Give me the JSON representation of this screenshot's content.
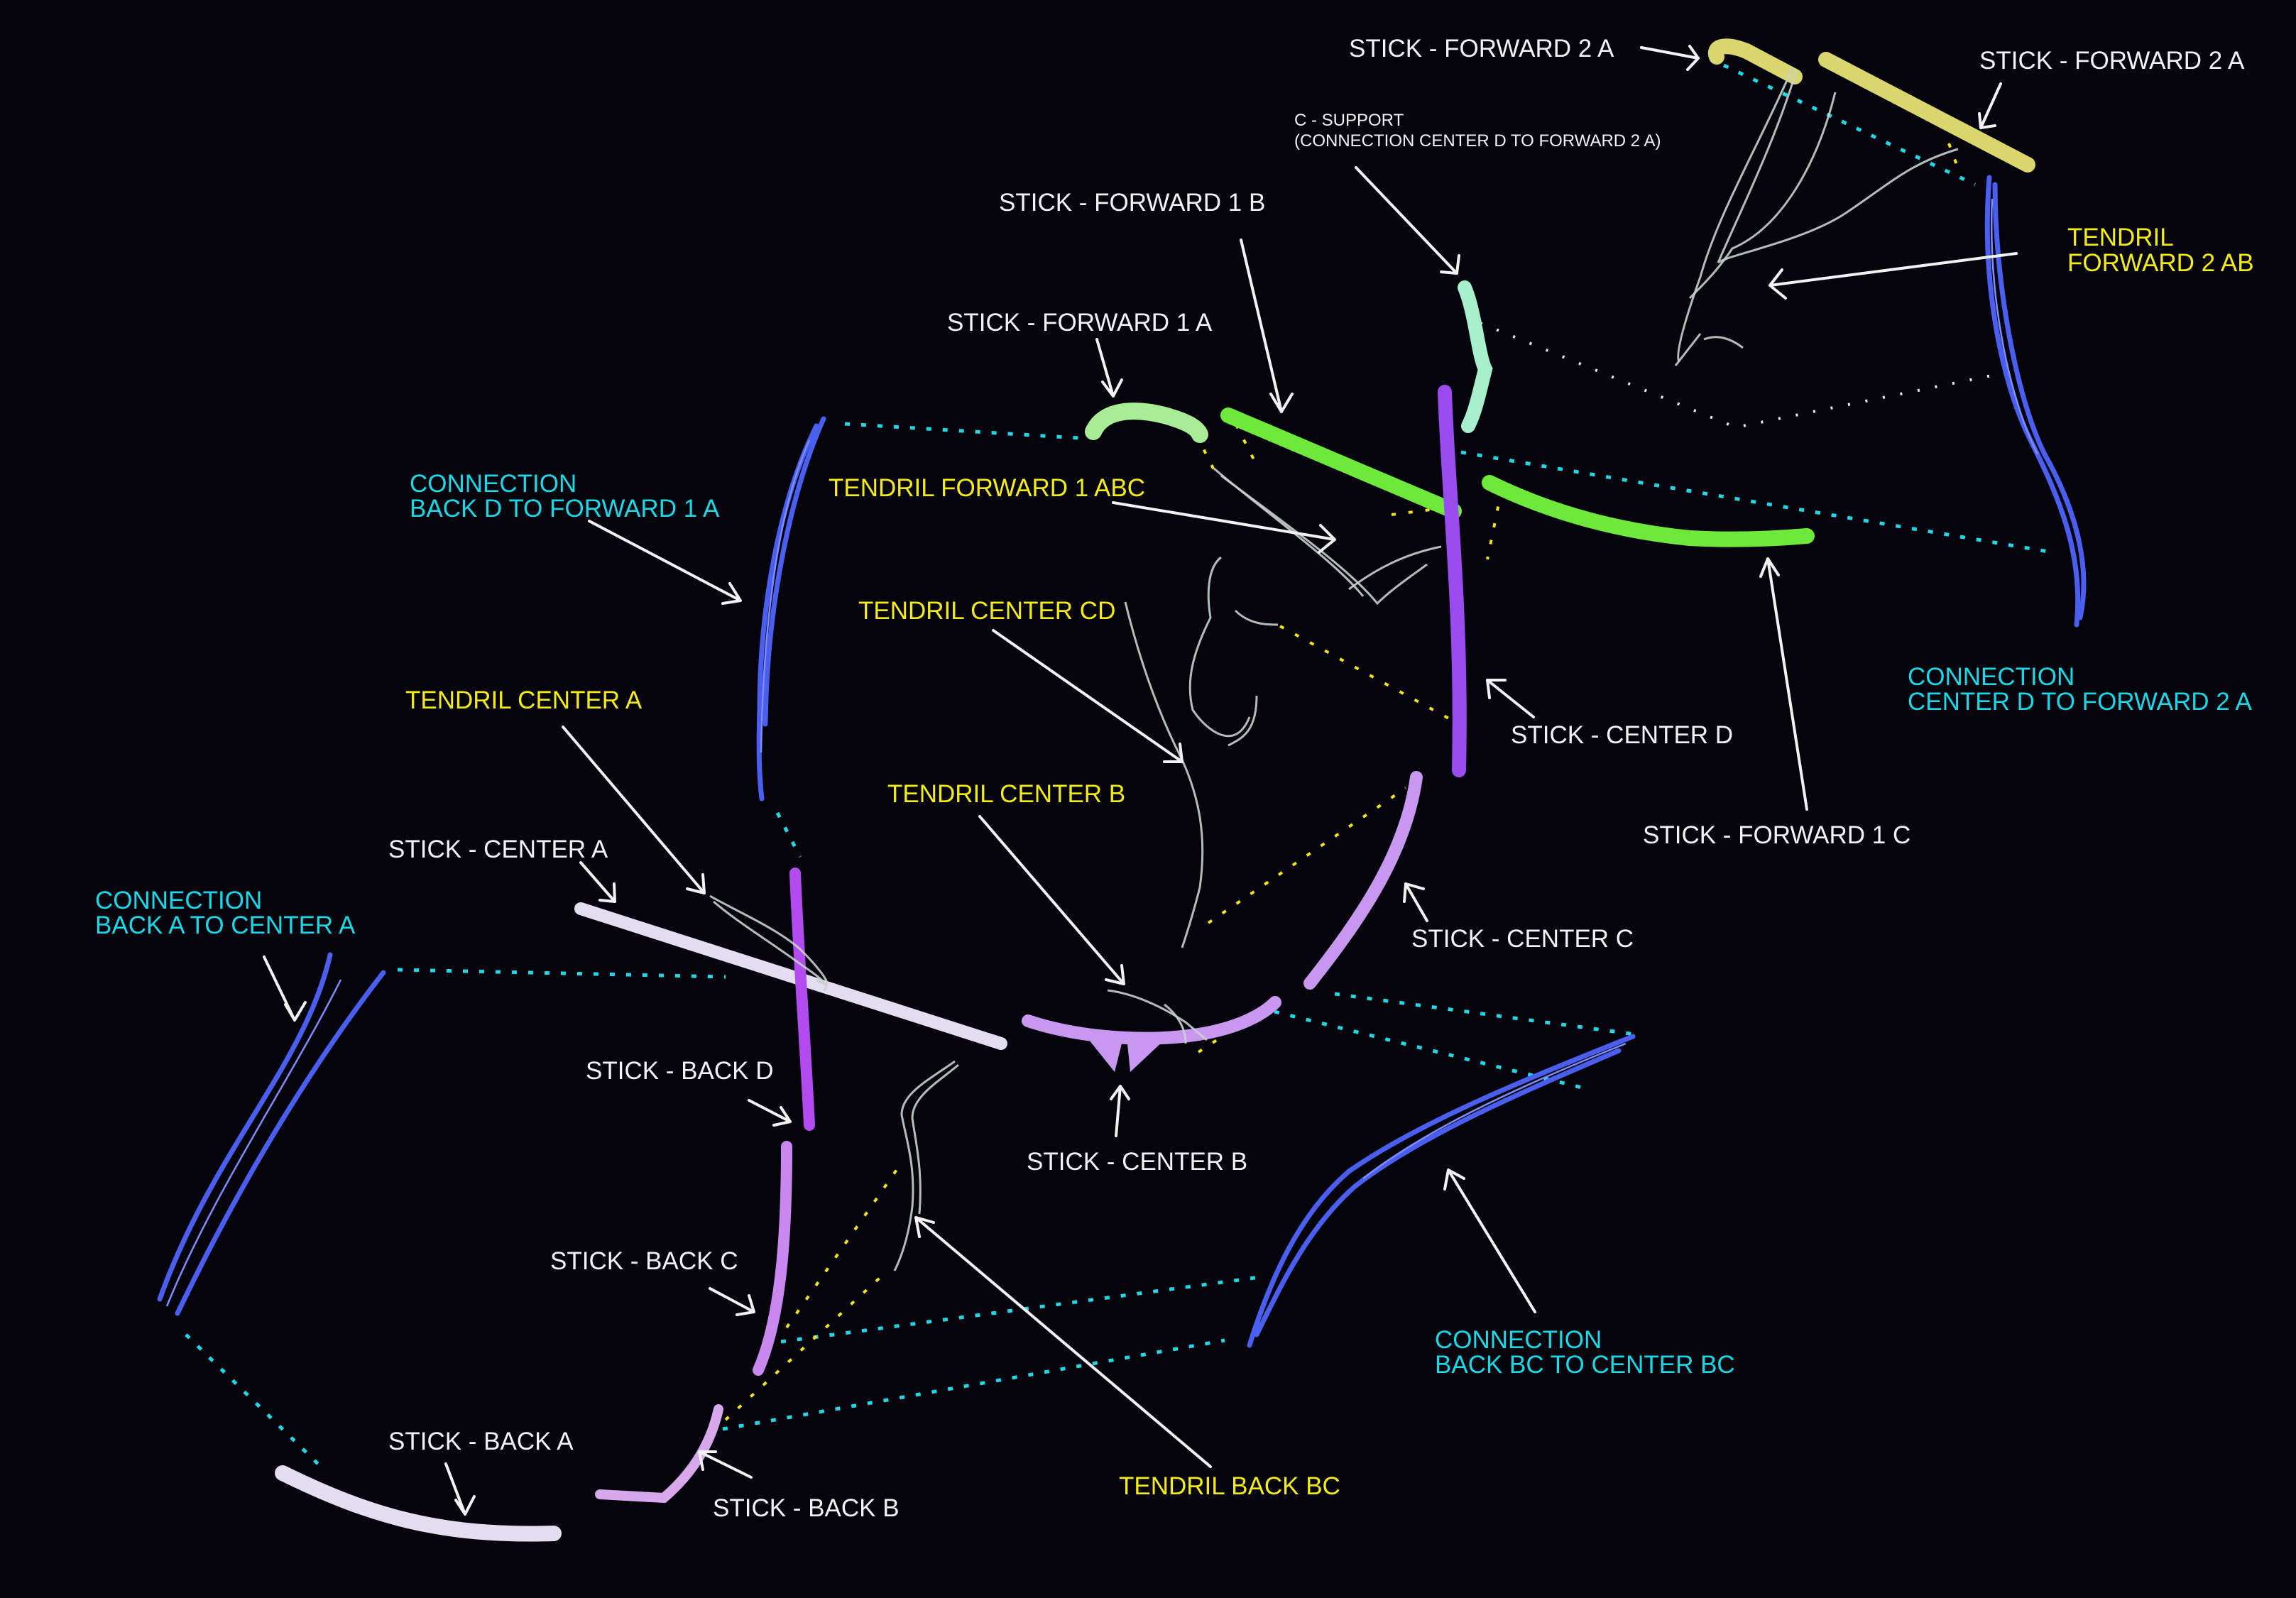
{
  "colors": {
    "background": "#05040c",
    "label_white": "#f2f2f4",
    "label_yellow": "#f4ec18",
    "label_cyan": "#1ad8e8",
    "connection_blue": "#4a5ef0",
    "stick_forward2": "#d9d66e",
    "stick_forward1": "#6ee83a",
    "stick_forward1a": "#a8ec96",
    "support_mint": "#a8f0cc",
    "stick_center_purple": "#9a4cf0",
    "stick_lavender": "#c898f0",
    "stick_pale": "#e4dcf0",
    "tendril_gray": "#c8d0cc"
  },
  "labels": {
    "stick_forward_2a_left": "STICK - FORWARD 2 A",
    "stick_forward_2a_right": "STICK - FORWARD 2 A",
    "c_support_line1": "C - SUPPORT",
    "c_support_line2": "(CONNECTION CENTER D TO FORWARD 2 A)",
    "stick_forward_1b": "STICK - FORWARD 1 B",
    "tendril_forward_2ab_line1": "TENDRIL",
    "tendril_forward_2ab_line2": "FORWARD 2 AB",
    "stick_forward_1a": "STICK - FORWARD 1 A",
    "conn_back_d_line1": "CONNECTION",
    "conn_back_d_line2": "BACK D TO FORWARD 1 A",
    "tendril_forward_1abc": "TENDRIL FORWARD 1 ABC",
    "tendril_center_cd": "TENDRIL CENTER CD",
    "conn_center_d_line1": "CONNECTION",
    "conn_center_d_line2": "CENTER D TO FORWARD 2 A",
    "tendril_center_a": "TENDRIL CENTER A",
    "stick_center_d": "STICK - CENTER D",
    "tendril_center_b": "TENDRIL CENTER B",
    "stick_forward_1c": "STICK - FORWARD 1 C",
    "stick_center_a": "STICK - CENTER A",
    "conn_back_a_line1": "CONNECTION",
    "conn_back_a_line2": "BACK A TO CENTER A",
    "stick_center_c": "STICK - CENTER C",
    "stick_back_d": "STICK - BACK D",
    "stick_center_b": "STICK - CENTER B",
    "stick_back_c": "STICK - BACK C",
    "conn_back_bc_line1": "CONNECTION",
    "conn_back_bc_line2": "BACK BC TO CENTER BC",
    "stick_back_a": "STICK - BACK A",
    "stick_back_b": "STICK - BACK B",
    "tendril_back_bc": "TENDRIL BACK BC"
  }
}
